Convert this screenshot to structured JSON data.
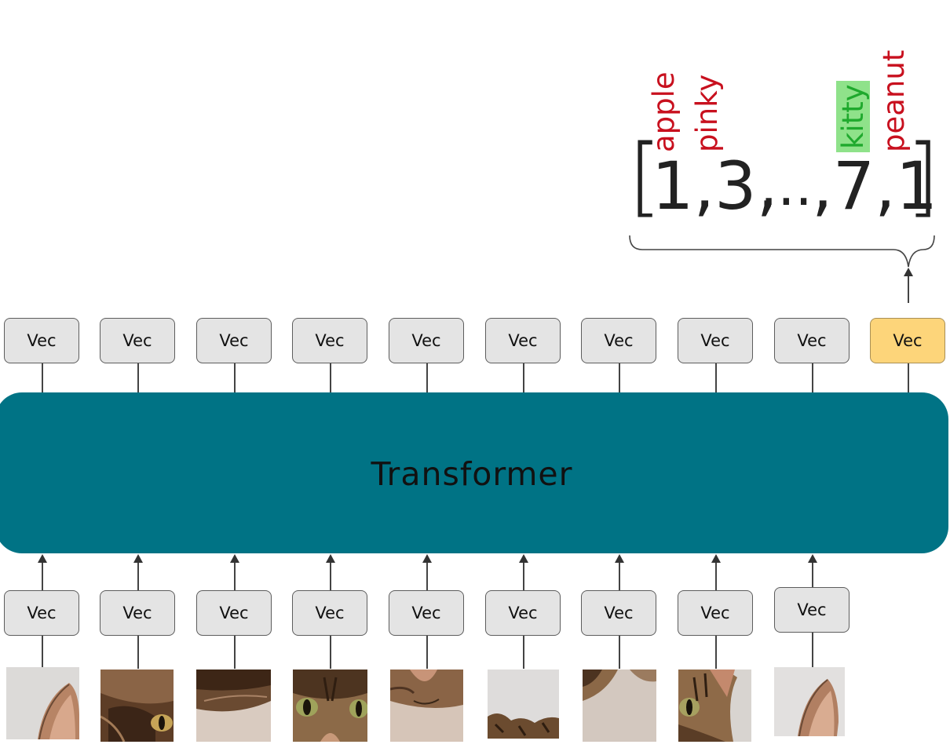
{
  "diagram": {
    "transformer_label": "Transformer",
    "vec_label": "Vec",
    "output_token_string": {
      "open": "[",
      "first": "1,3,",
      "ellipsis": "...",
      "last": ",7,1",
      "close": "]"
    },
    "token_words": [
      {
        "text": "apple",
        "color": "#c8101e",
        "highlighted": false
      },
      {
        "text": "pinky",
        "color": "#c8101e",
        "highlighted": false
      },
      {
        "text": "kitty",
        "color": "#1fa92d",
        "highlighted": true
      },
      {
        "text": "peanut",
        "color": "#c8101e",
        "highlighted": false
      }
    ],
    "output_vec_count": 10,
    "input_vec_count": 9,
    "highlighted_output_index": 9,
    "colors": {
      "transformer": "#007385",
      "vec": "#e4e4e4",
      "vec_highlight": "#fdd57a",
      "token_red": "#c8101e",
      "token_green": "#1fa92d"
    },
    "image_patches": [
      {
        "name": "cat-ear-patch"
      },
      {
        "name": "cat-eye-patch"
      },
      {
        "name": "cat-fur-patch"
      },
      {
        "name": "cat-face-patch"
      },
      {
        "name": "cat-mouth-patch"
      },
      {
        "name": "cat-chin-patch"
      },
      {
        "name": "cat-body-patch"
      },
      {
        "name": "cat-eye-side-patch"
      },
      {
        "name": "cat-ear-side-patch"
      }
    ]
  }
}
